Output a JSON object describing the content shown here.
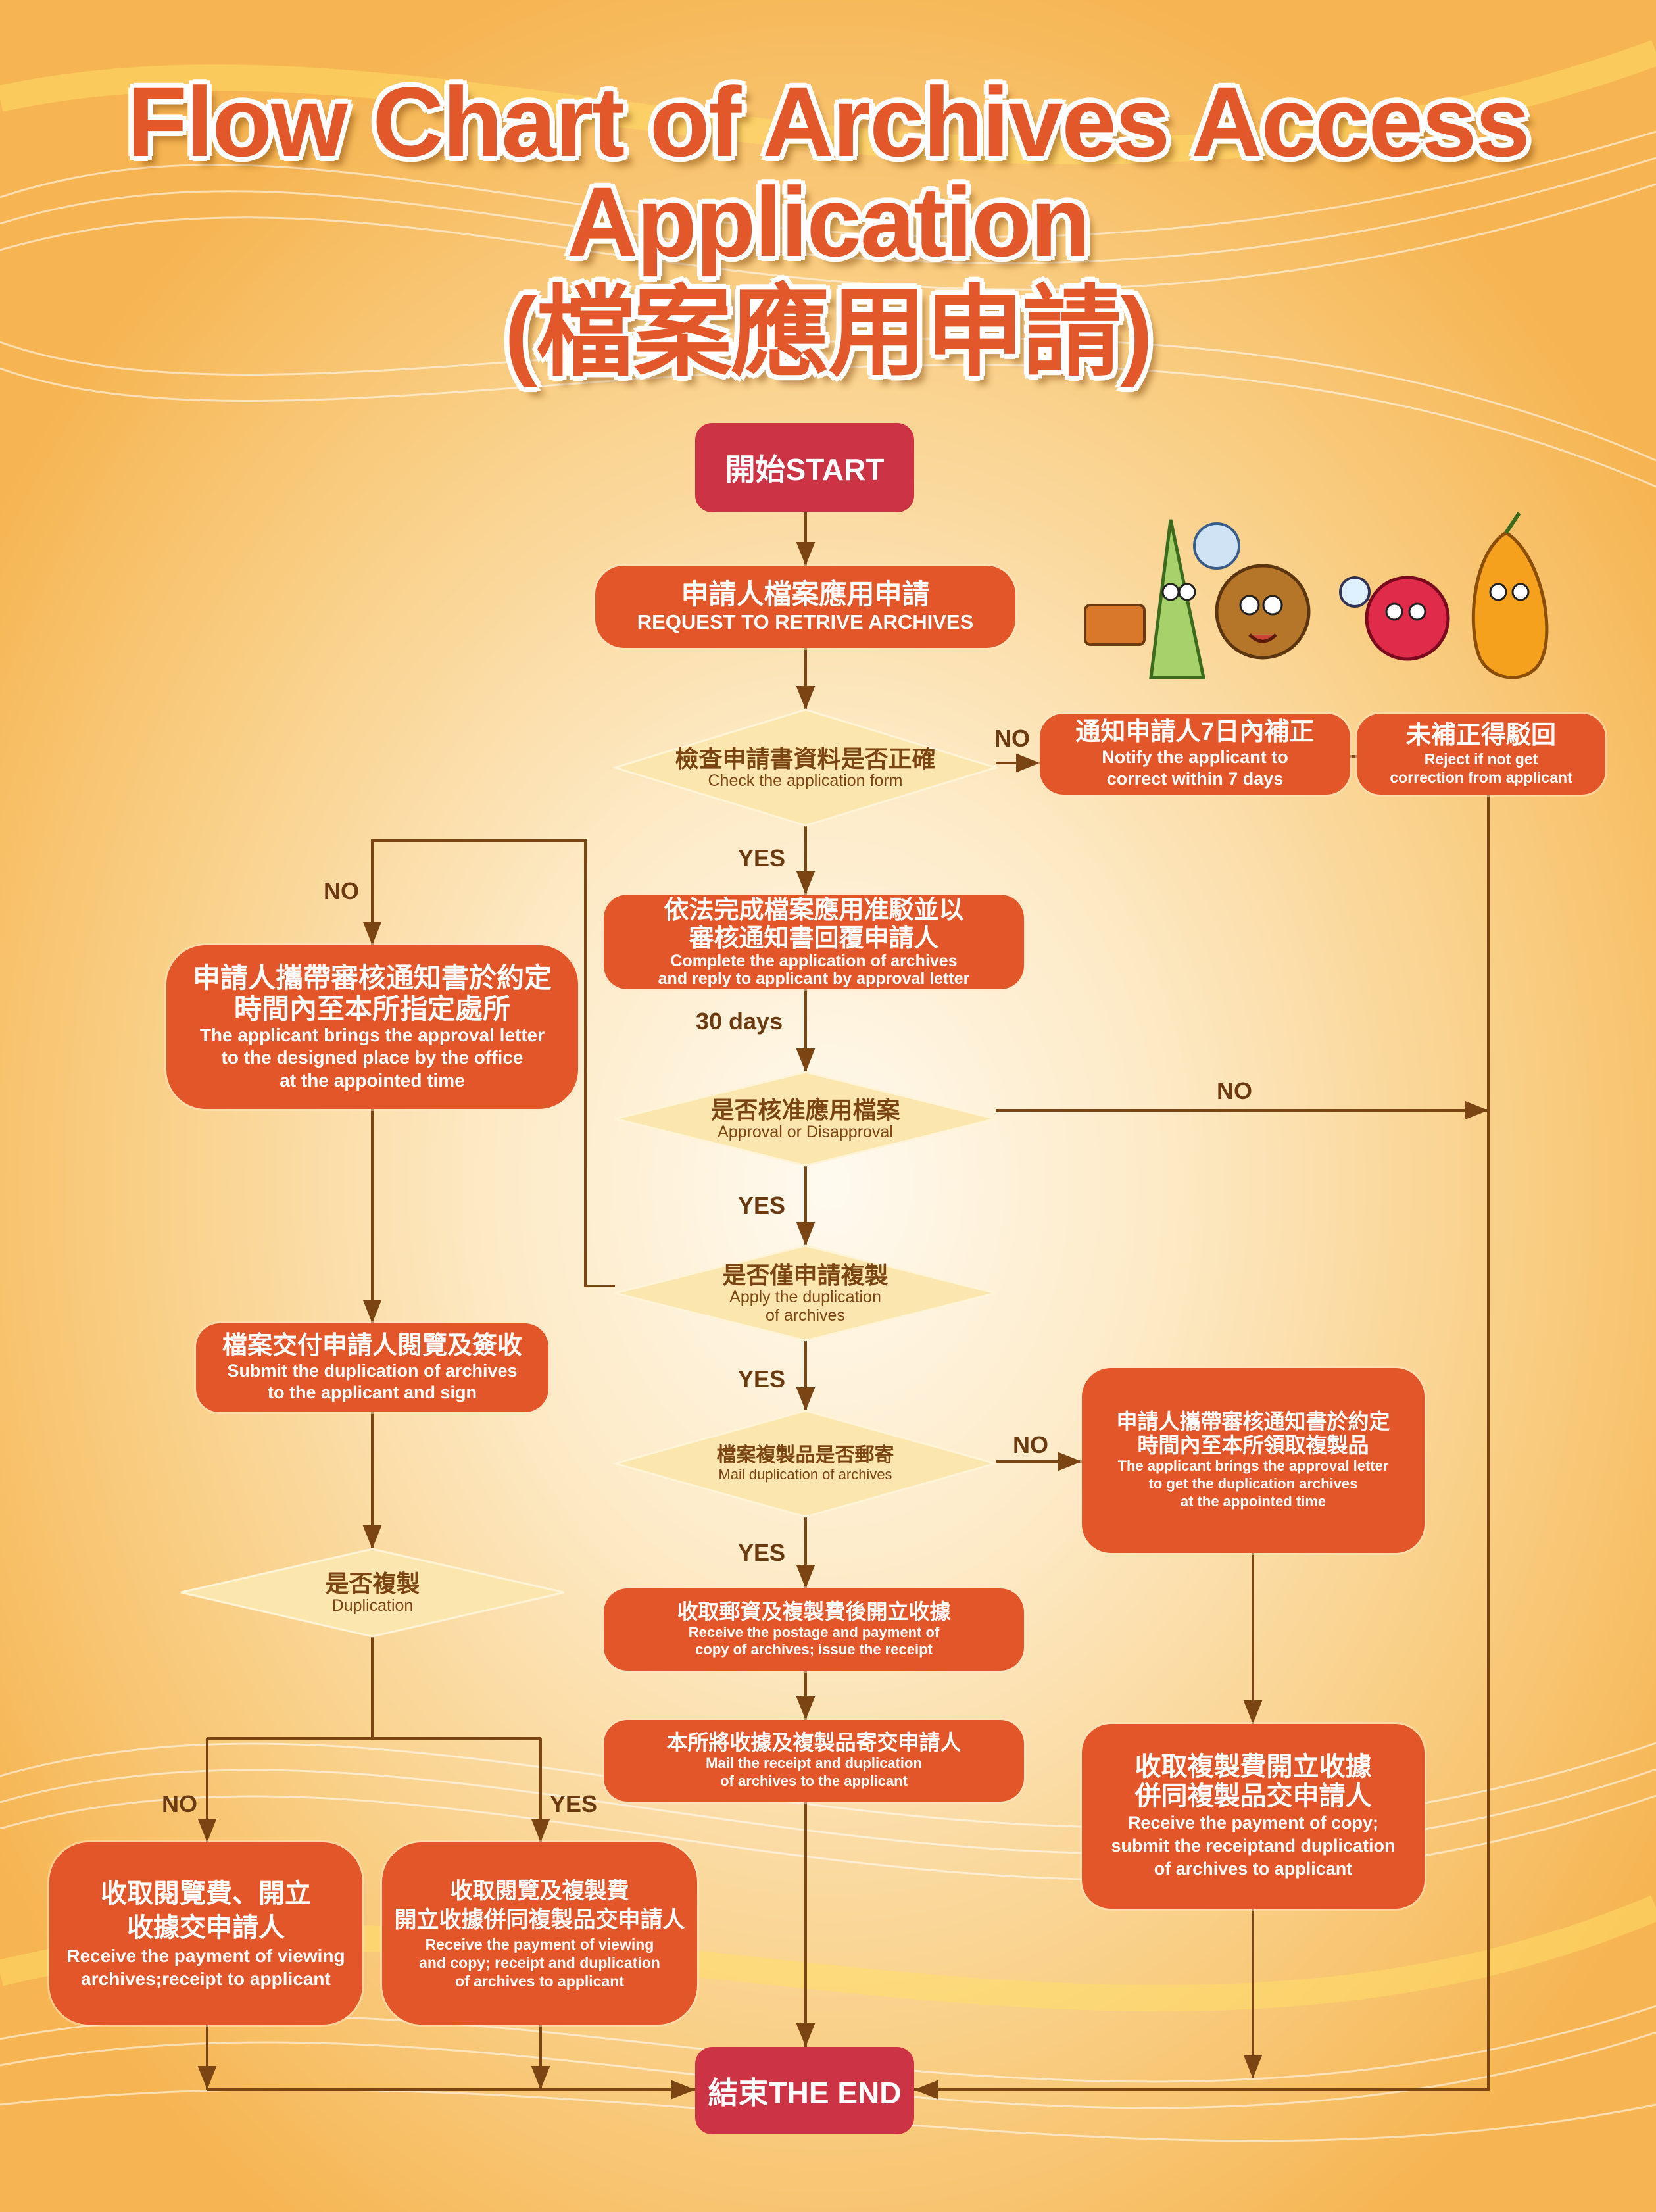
{
  "title": {
    "line1": "Flow Chart of Archives Access",
    "line2": "Application",
    "line3": "(檔案應用申請)"
  },
  "start": "開始START",
  "end": "結束THE END",
  "nodes": {
    "request": {
      "zh": "申請人檔案應用申請",
      "en": "REQUEST TO RETRIVE ARCHIVES"
    },
    "check": {
      "zh": "檢查申請書資料是否正確",
      "en": "Check the application form"
    },
    "notify": {
      "zh": "通知申請人7日內補正",
      "en1": "Notify the applicant to",
      "en2": "correct within 7 days"
    },
    "reject": {
      "zh": "未補正得駁回",
      "en1": "Reject if not get",
      "en2": "correction from applicant"
    },
    "complete": {
      "zh1": "依法完成檔案應用准駁並以",
      "zh2": "審核通知書回覆申請人",
      "en1": "Complete the application of archives",
      "en2": "and reply to applicant by approval letter"
    },
    "approval": {
      "zh": "是否核准應用檔案",
      "en": "Approval or Disapproval"
    },
    "only_dup": {
      "zh": "是否僅申請複製",
      "en1": "Apply the duplication",
      "en2": "of archives"
    },
    "bring_letter": {
      "zh1": "申請人攜帶審核通知書於約定",
      "zh2": "時間內至本所指定處所",
      "en1": "The applicant brings the approval letter",
      "en2": "to the designed place by the office",
      "en3": "at the appointed time"
    },
    "submit_view": {
      "zh": "檔案交付申請人閱覽及簽收",
      "en1": "Submit the duplication of archives",
      "en2": "to the applicant and sign"
    },
    "duplication": {
      "zh": "是否複製",
      "en": "Duplication"
    },
    "mail_q": {
      "zh": "檔案複製品是否郵寄",
      "en": "Mail duplication of archives"
    },
    "pickup": {
      "zh1": "申請人攜帶審核通知書於約定",
      "zh2": "時間內至本所領取複製品",
      "en1": "The applicant brings the approval letter",
      "en2": "to get the duplication archives",
      "en3": "at the appointed time"
    },
    "postage": {
      "zh": "收取郵資及複製費後開立收據",
      "en1": "Receive the postage and payment of",
      "en2": "copy of archives; issue the receipt"
    },
    "mail_out": {
      "zh": "本所將收據及複製品寄交申請人",
      "en1": "Mail the receipt and duplication",
      "en2": "of archives to the applicant"
    },
    "copy_fee": {
      "zh1": "收取複製費開立收據",
      "zh2": "併同複製品交申請人",
      "en1": "Receive the payment of copy;",
      "en2": "submit the receiptand duplication",
      "en3": "of archives to applicant"
    },
    "view_fee": {
      "zh1": "收取閱覽費、開立",
      "zh2": "收據交申請人",
      "en1": "Receive the payment of viewing",
      "en2": "archives;receipt to applicant"
    },
    "view_copy_fee": {
      "zh1": "收取閱覽及複製費",
      "zh2": "開立收據併同複製品交申請人",
      "en1": "Receive the payment of viewing",
      "en2": "and copy; receipt and duplication",
      "en3": "of archives to applicant"
    }
  },
  "labels": {
    "yes": "YES",
    "no": "NO",
    "days30": "30 days"
  },
  "colors": {
    "box": "#e25629",
    "terminal": "#cc3345",
    "diamond": "#fbe6ad",
    "line": "#7a4413"
  }
}
